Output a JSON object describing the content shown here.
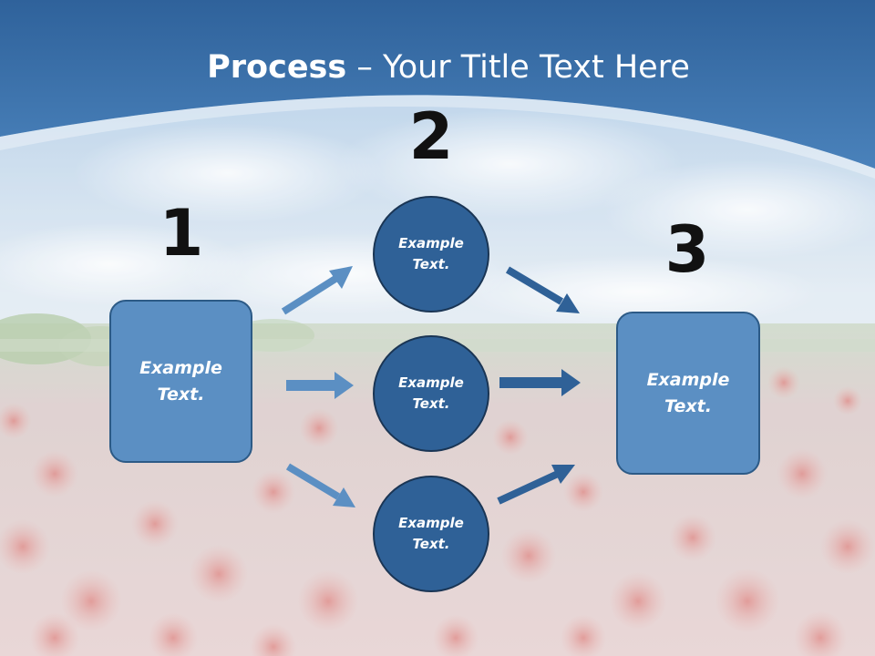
{
  "title": {
    "bold": "Process",
    "rest": " – Your Title Text Here"
  },
  "steps": {
    "one": "1",
    "two": "2",
    "three": "3"
  },
  "nodes": {
    "left_box": "Example\nText.",
    "circle_top": "Example\nText.",
    "circle_mid": "Example\nText.",
    "circle_bot": "Example\nText.",
    "right_box": "Example\nText."
  },
  "colors": {
    "header_blue": "#3f74ab",
    "box_fill": "#5b8fc3",
    "circle_fill": "#2f6197",
    "arrow_light": "#5b8fc3",
    "arrow_dark": "#2f6197"
  }
}
